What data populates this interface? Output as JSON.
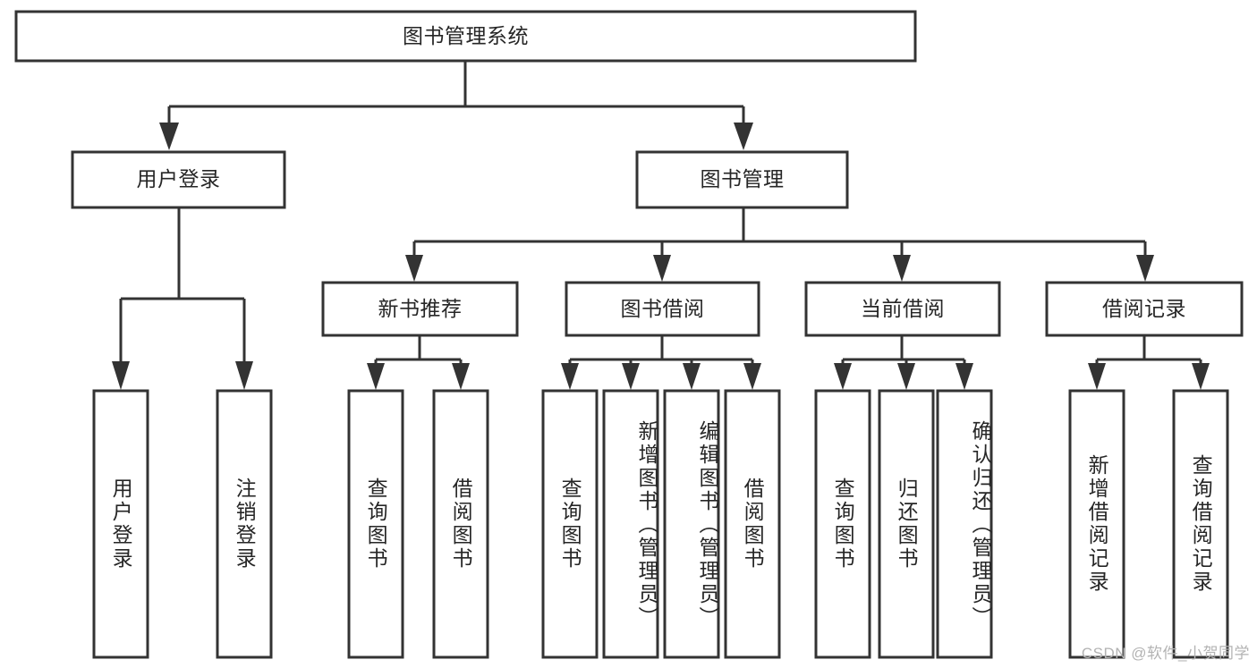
{
  "diagram": {
    "type": "tree-hierarchy-chart",
    "title": "图书管理系统",
    "colors": {
      "background": "#ffffff",
      "box_fill": "#ffffff",
      "box_stroke": "#333333",
      "text": "#262626",
      "watermark": "#b3b3b3"
    },
    "root": {
      "label": "图书管理系统",
      "orientation": "horizontal"
    },
    "level2": [
      {
        "label": "用户登录",
        "orientation": "horizontal"
      },
      {
        "label": "图书管理",
        "orientation": "horizontal"
      }
    ],
    "level3": [
      {
        "label": "新书推荐",
        "orientation": "horizontal"
      },
      {
        "label": "图书借阅",
        "orientation": "horizontal"
      },
      {
        "label": "当前借阅",
        "orientation": "horizontal"
      },
      {
        "label": "借阅记录",
        "orientation": "horizontal"
      }
    ],
    "leaves": {
      "user_login": [
        {
          "label": "用户登录",
          "orientation": "vertical"
        },
        {
          "label": "注销登录",
          "orientation": "vertical"
        }
      ],
      "new_book_recommend": [
        {
          "label": "查询图书",
          "orientation": "vertical"
        },
        {
          "label": "借阅图书",
          "orientation": "vertical"
        }
      ],
      "book_borrow": [
        {
          "label": "查询图书",
          "orientation": "vertical"
        },
        {
          "label": "新增图书（管理员）",
          "orientation": "vertical"
        },
        {
          "label": "编辑图书（管理员）",
          "orientation": "vertical"
        },
        {
          "label": "借阅图书",
          "orientation": "vertical"
        }
      ],
      "current_borrow": [
        {
          "label": "查询图书",
          "orientation": "vertical"
        },
        {
          "label": "归还图书",
          "orientation": "vertical"
        },
        {
          "label": "确认归还（管理员）",
          "orientation": "vertical"
        }
      ],
      "borrow_record": [
        {
          "label": "新增借阅记录",
          "orientation": "vertical"
        },
        {
          "label": "查询借阅记录",
          "orientation": "vertical"
        }
      ]
    },
    "watermark": "CSDN @软件_小贺同学"
  }
}
